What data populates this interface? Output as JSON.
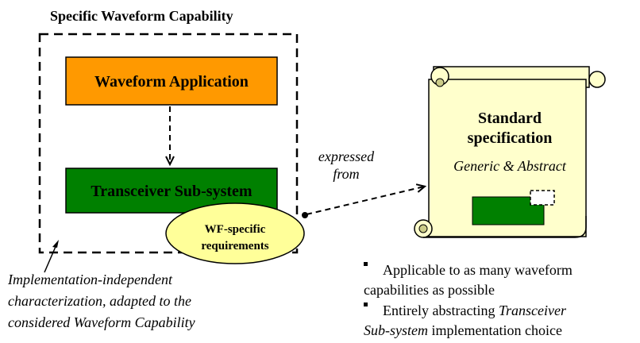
{
  "title": "Specific Waveform Capability",
  "boxes": {
    "app": "Waveform Application",
    "transceiver": "Transceiver Sub-system"
  },
  "ellipse": {
    "line1": "WF-specific",
    "line2": "requirements"
  },
  "arrow_label": {
    "line1": "expressed",
    "line2": "from"
  },
  "scroll": {
    "title_line1": "Standard",
    "title_line2": "specification",
    "subtitle": "Generic & Abstract"
  },
  "bottom_note": {
    "line1": "Implementation-independent",
    "line2": "characterization, adapted to the",
    "line3": "considered Waveform Capability"
  },
  "bullets": {
    "b1_line1": "Applicable to as many waveform",
    "b1_line2": "capabilities as possible",
    "b2_line1_plain": "Entirely abstracting ",
    "b2_line1_italic": "Transceiver",
    "b2_line2_italic": "Sub-system",
    "b2_line2_plain": " implementation choice"
  },
  "colors": {
    "app_fill": "#FF9900",
    "transceiver_fill": "#008000",
    "ellipse_fill": "#FFFF99",
    "scroll_fill": "#FFFFCC"
  }
}
